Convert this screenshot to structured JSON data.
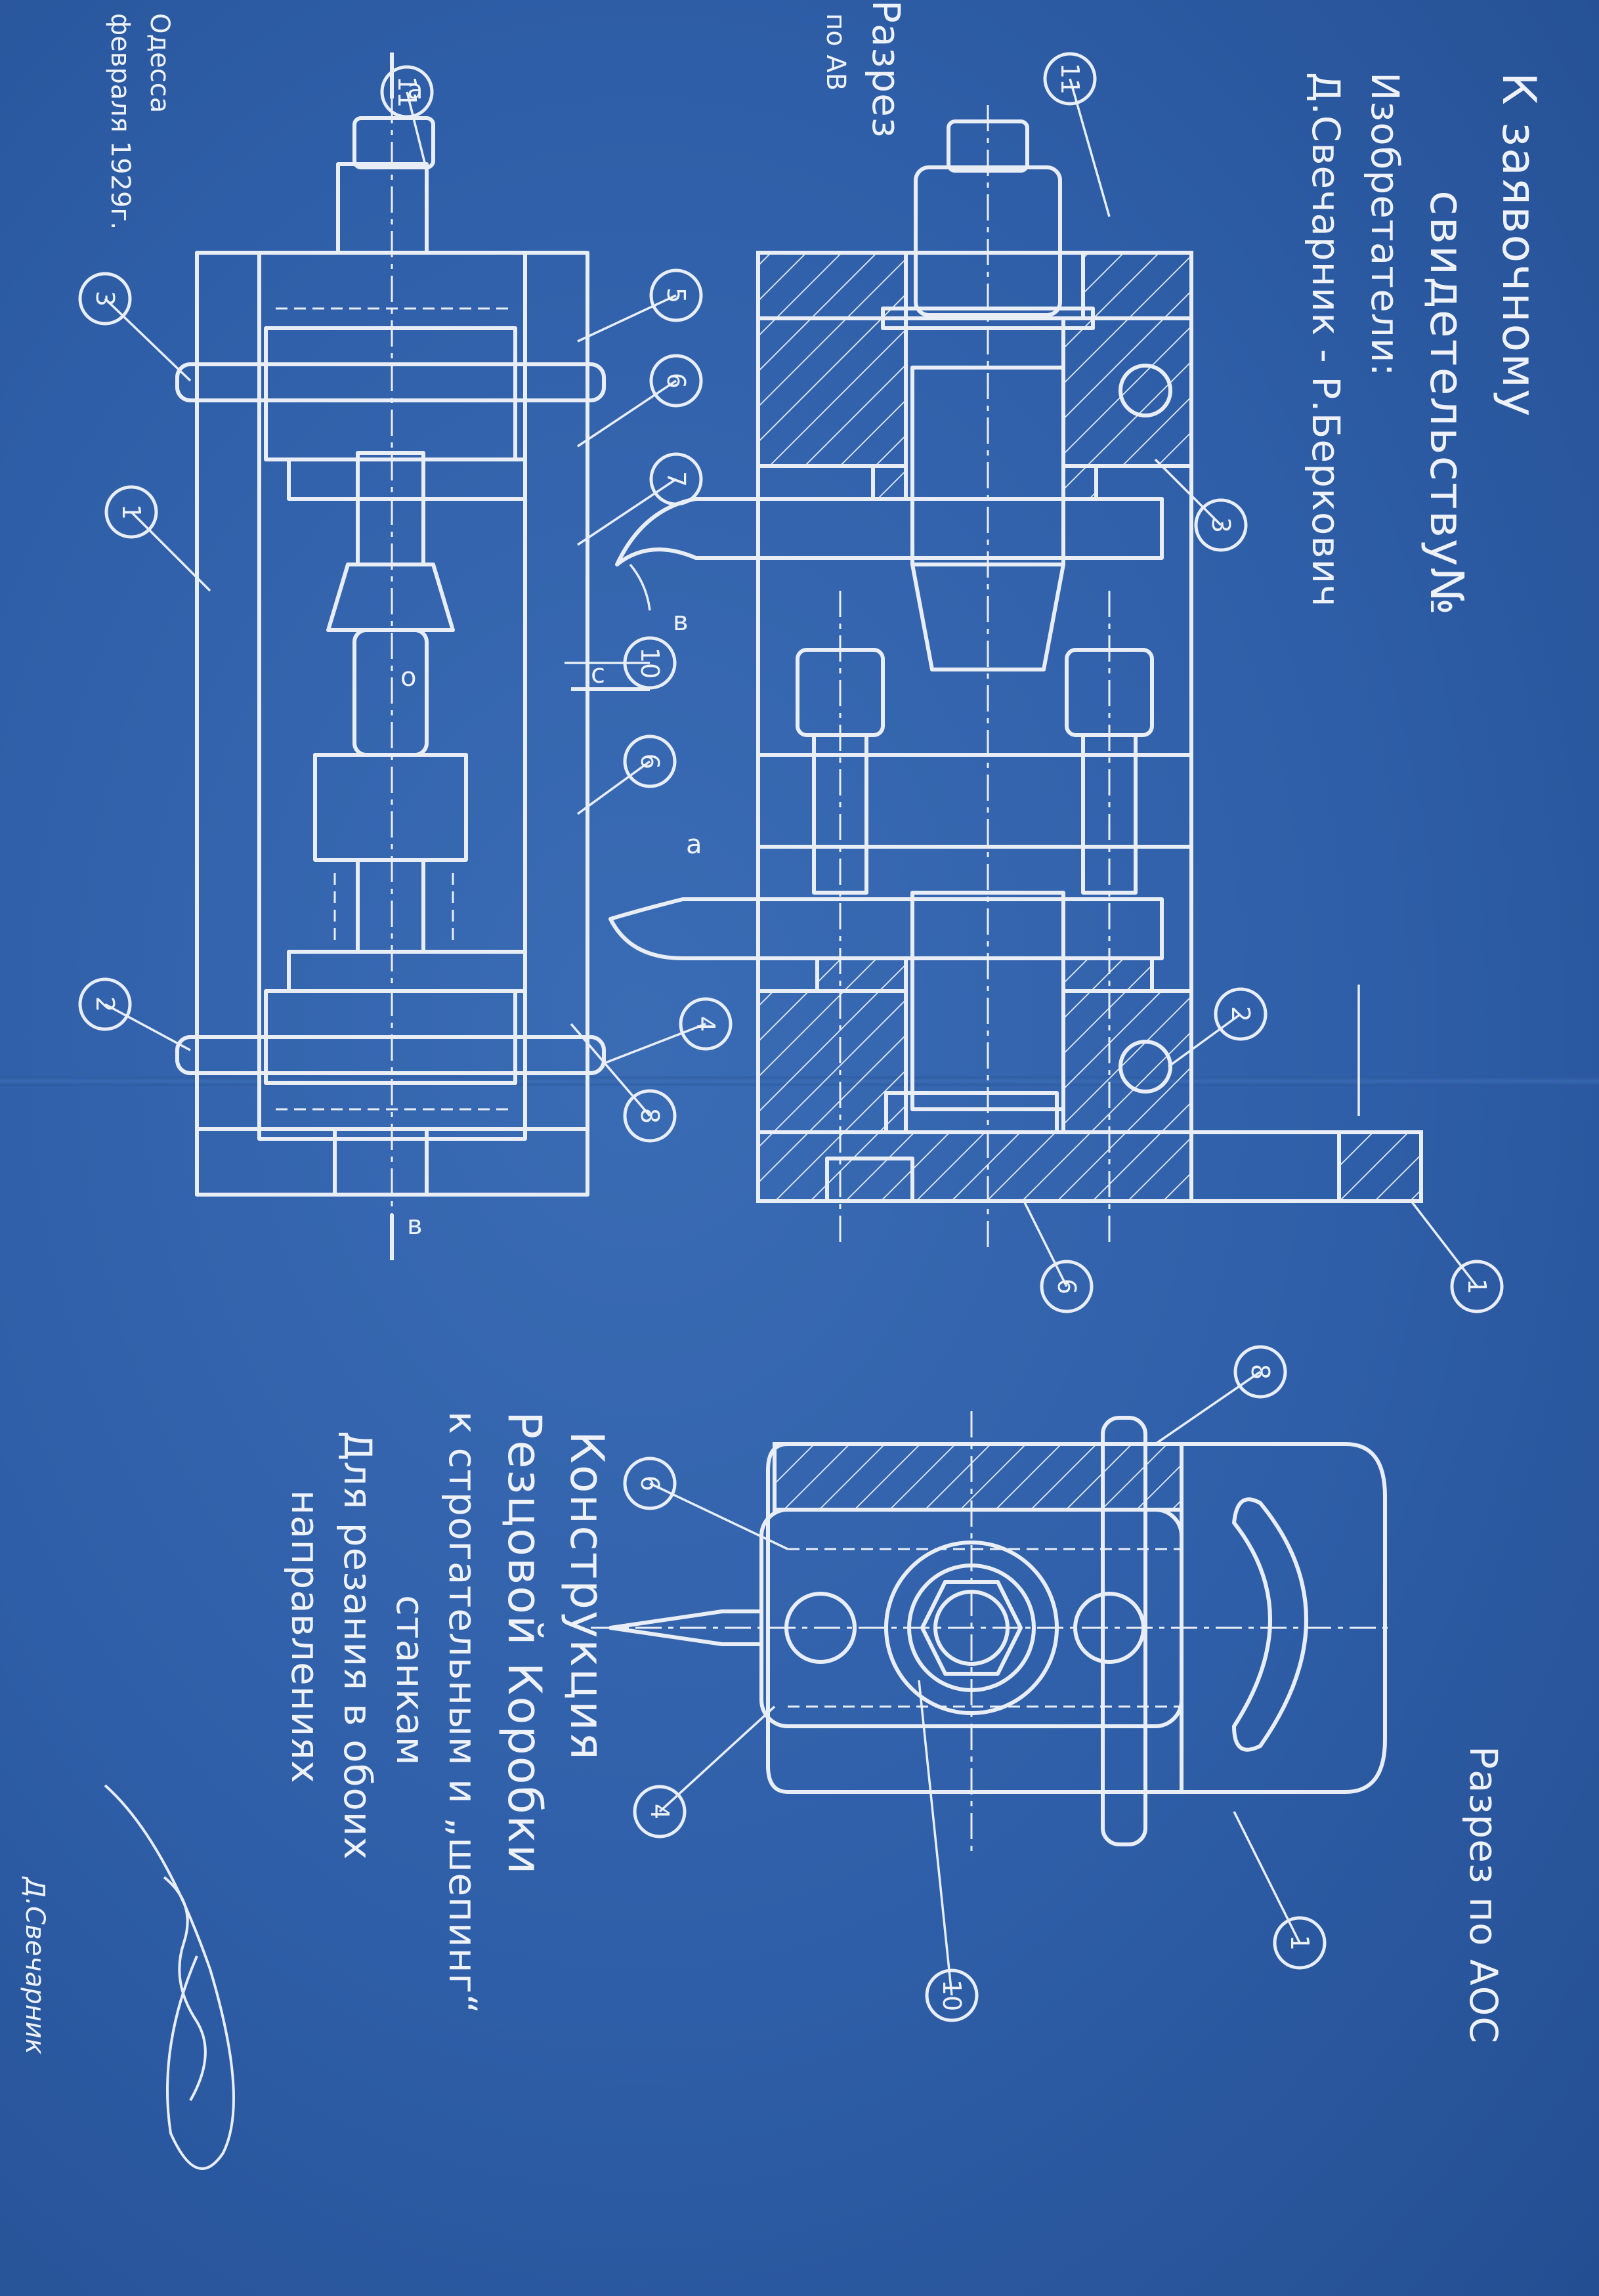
{
  "header": {
    "line1": "К заявочному",
    "line2": "свидетельству№",
    "line3": "Изобретатели:",
    "line4": "Д.Свечарник - Р.Беркович"
  },
  "section_views": {
    "ab_label_1": "Разрез",
    "ab_label_2": "по АВ",
    "aoc_label": "Разрез по АОС"
  },
  "title": {
    "line1": "Конструкция",
    "line2": "Резцовой Коробки",
    "line3": "к строгательным и „шепинг“",
    "line4": "станкам",
    "line5": "Для резания в обоих",
    "line6": "направлениях"
  },
  "place_date": {
    "city": "Одесса",
    "date": "февраля 1929г."
  },
  "signatures": {
    "signature1_alt": "Д.Свечарник"
  },
  "section_markers": {
    "a": "а",
    "b": "в",
    "c": "с",
    "o": "о",
    "cutter_a": "а",
    "cutter_b": "в"
  },
  "part_numbers": [
    "1",
    "2",
    "3",
    "4",
    "5",
    "6",
    "7",
    "8",
    "9",
    "10",
    "11"
  ]
}
